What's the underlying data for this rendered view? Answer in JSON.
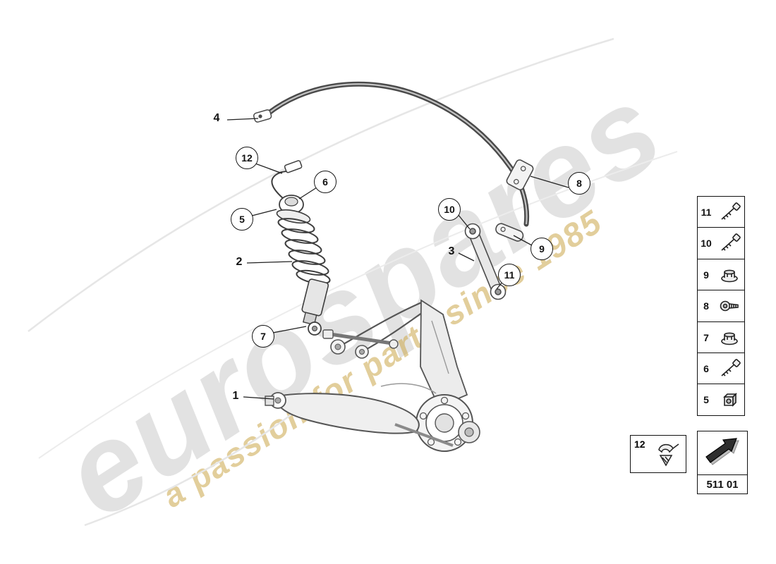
{
  "watermark": {
    "brand": "eurospares",
    "tagline": "a passion for parts since 1985"
  },
  "callouts": [
    {
      "id": "4",
      "circled": false
    },
    {
      "id": "12",
      "circled": true
    },
    {
      "id": "6",
      "circled": true
    },
    {
      "id": "5",
      "circled": true
    },
    {
      "id": "2",
      "circled": false
    },
    {
      "id": "10",
      "circled": true
    },
    {
      "id": "8",
      "circled": true
    },
    {
      "id": "9",
      "circled": true
    },
    {
      "id": "3",
      "circled": false
    },
    {
      "id": "11",
      "circled": true
    },
    {
      "id": "7",
      "circled": true
    },
    {
      "id": "1",
      "circled": false
    }
  ],
  "legend": {
    "items": [
      {
        "num": "11",
        "icon": "long-bolt-icon"
      },
      {
        "num": "10",
        "icon": "long-bolt-icon"
      },
      {
        "num": "9",
        "icon": "flange-nut-icon"
      },
      {
        "num": "8",
        "icon": "torx-bolt-icon"
      },
      {
        "num": "7",
        "icon": "flange-nut-icon"
      },
      {
        "num": "6",
        "icon": "long-bolt-icon"
      },
      {
        "num": "5",
        "icon": "square-nut-icon"
      }
    ],
    "extra": {
      "num": "12",
      "icon": "clip-icon"
    }
  },
  "footer": {
    "part_code": "511 01"
  }
}
